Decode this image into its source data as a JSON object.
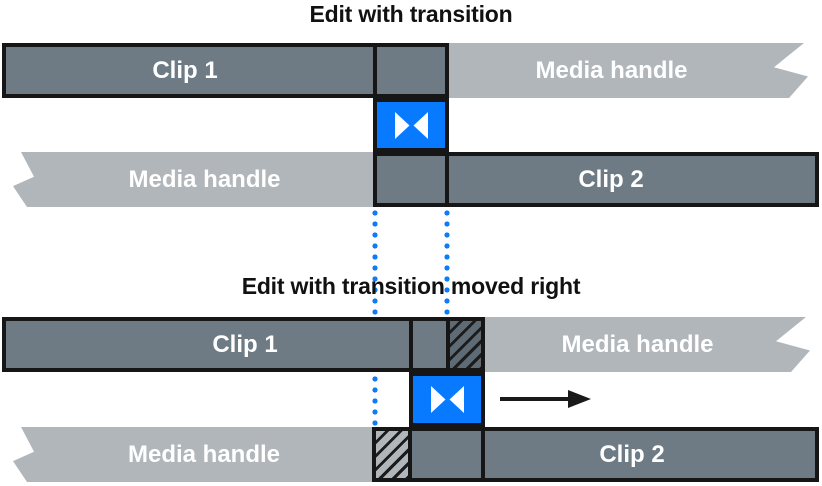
{
  "colors": {
    "clip_fill": "#6e7b84",
    "media_handle_fill": "#b1b6bb",
    "transition_blue": "#077aff",
    "dotted_line_blue": "#0f7bf7",
    "border_black": "#161616",
    "hatch_dark_bg": "#5f6b74",
    "hatch_stripe": "#1c1c1c",
    "label_text": "#ffffff",
    "title_text": "#111111",
    "arrow_black": "#1a1a1a"
  },
  "top_diagram": {
    "title": "Edit with transition",
    "clip1_label": "Clip 1",
    "clip2_label": "Clip 2",
    "media_handle_top_label": "Media handle",
    "media_handle_bottom_label": "Media handle"
  },
  "bottom_diagram": {
    "title": "Edit with transition moved right",
    "clip1_label": "Clip 1",
    "clip2_label": "Clip 2",
    "media_handle_top_label": "Media handle",
    "media_handle_bottom_label": "Media handle"
  }
}
